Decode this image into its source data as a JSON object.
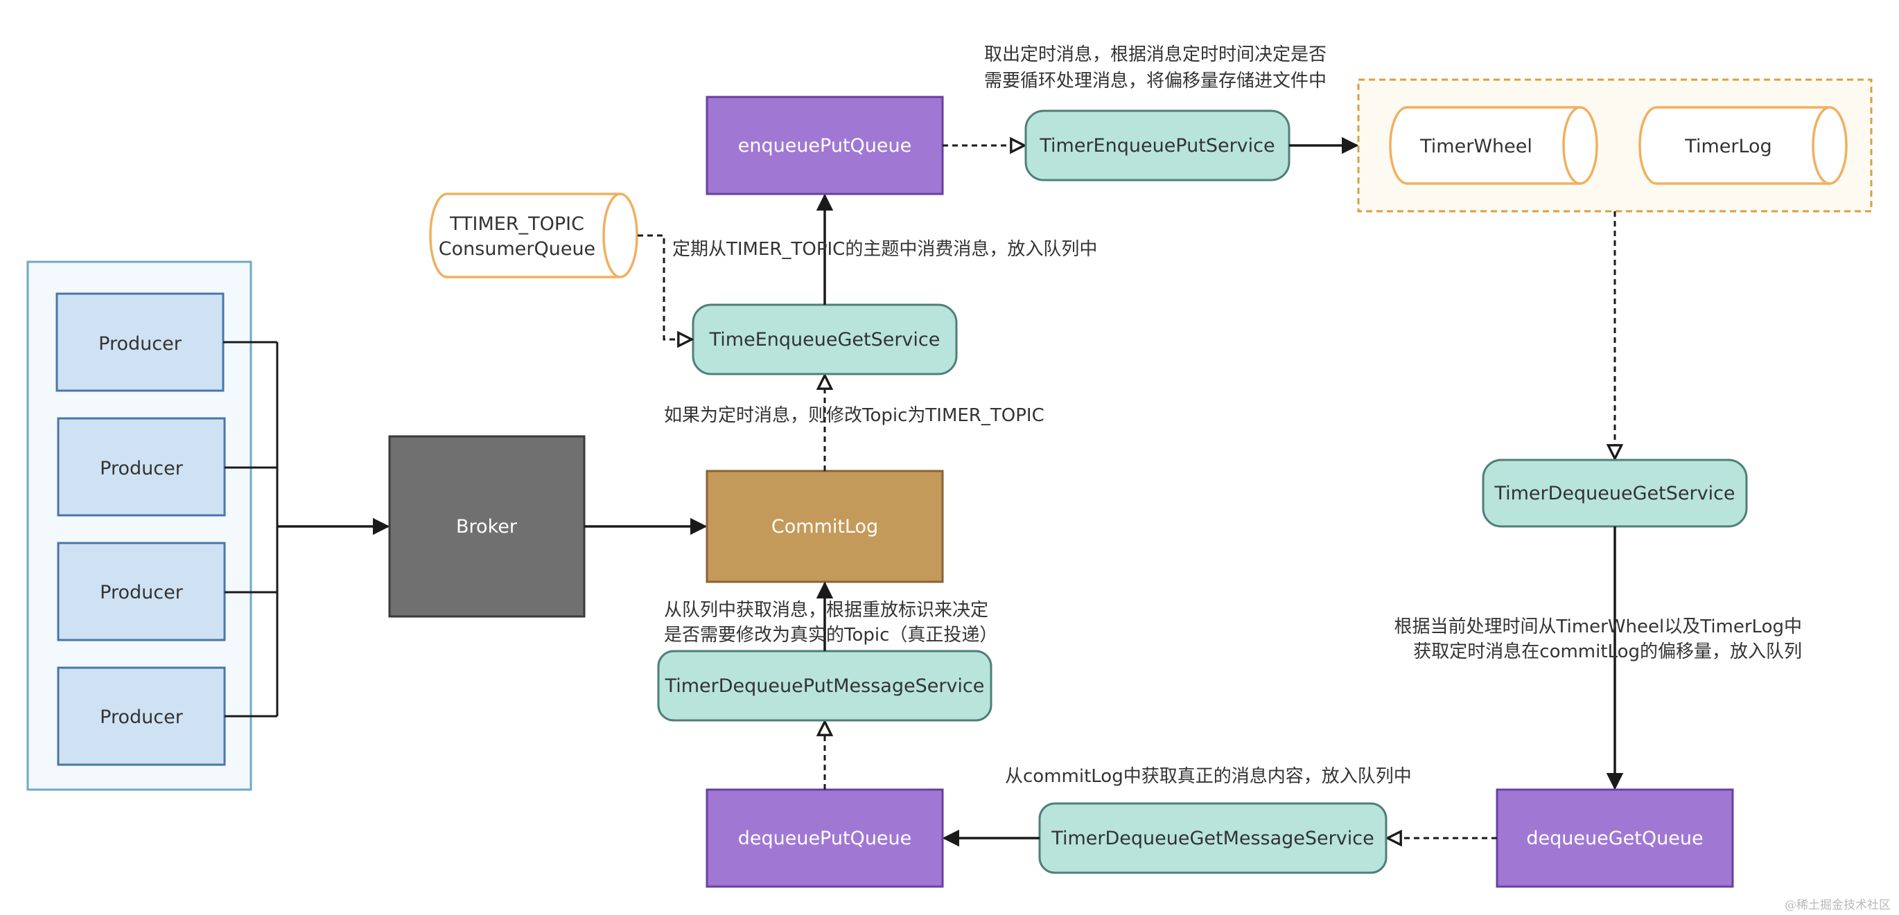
{
  "producers": [
    "Producer",
    "Producer",
    "Producer",
    "Producer"
  ],
  "broker": "Broker",
  "commitlog": "CommitLog",
  "enqueue_put_queue": "enqueuePutQueue",
  "time_enqueue_get_service": "TimeEnqueueGetService",
  "timer_enqueue_put_service": "TimerEnqueuePutService",
  "timer_wheel": "TimerWheel",
  "timer_log": "TimerLog",
  "ttimer_topic": [
    "TTIMER_TOPIC",
    "ConsumerQueue"
  ],
  "timer_dequeue_get_service": "TimerDequeueGetService",
  "dequeue_get_queue": "dequeueGetQueue",
  "timer_dequeue_get_message_service": "TimerDequeueGetMessageService",
  "dequeue_put_queue": "dequeuePutQueue",
  "timer_dequeue_put_message_service": "TimerDequeuePutMessageService",
  "annotations": {
    "enqueue_put": [
      "取出定时消息，根据消息定时时间决定是否",
      "需要循环处理消息，将偏移量存储进文件中"
    ],
    "consume_topic": "定期从TIMER_TOPIC的主题中消费消息，放入队列中",
    "modify_topic": "如果为定时消息，则修改Topic为TIMER_TOPIC",
    "dequeue_put": [
      "从队列中获取消息，根据重放标识来决定",
      "是否需要修改为真实的Topic（真正投递）"
    ],
    "dequeue_get": [
      "根据当前处理时间从TimerWheel以及TimerLog中",
      "获取定时消息在commitLog的偏移量，放入队列"
    ],
    "get_message": "从commitLog中获取真正的消息内容，放入队列中"
  },
  "watermark": "@稀土掘金技术社区",
  "colors": {
    "producer_fill": "#cfe2f3",
    "producer_stroke": "#4a76a8",
    "producer_group_fill": "#f3f9fc",
    "producer_group_stroke": "#6fa8c8",
    "broker_fill": "#707070",
    "commitlog_fill": "#c49a5a",
    "queue_fill": "#a078d4",
    "queue_stroke": "#6a3fa0",
    "service_fill": "#b8e4dc",
    "service_stroke": "#4e7f78",
    "storage_stroke": "#f0b060",
    "storage_group_fill": "#fdfaf1",
    "storage_group_stroke": "#d9a040",
    "edge": "#1a1a1a"
  }
}
